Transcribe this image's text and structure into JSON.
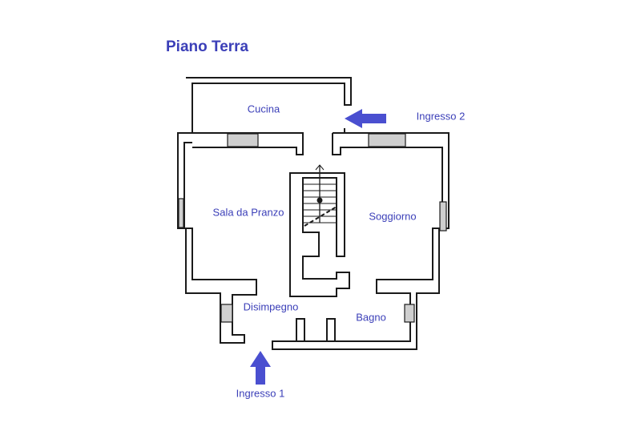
{
  "title": "Piano Terra",
  "colors": {
    "label": "#3b3fb8",
    "wall": "#1a1a1a",
    "arrow": "#4a4fd0",
    "background": "#ffffff"
  },
  "rooms": {
    "cucina": "Cucina",
    "sala": "Sala da Pranzo",
    "soggiorno": "Soggiorno",
    "disimpegno": "Disimpegno",
    "bagno": "Bagno"
  },
  "entrances": {
    "ingresso1": "Ingresso 1",
    "ingresso2": "Ingresso 2"
  },
  "icons": {
    "arrow_up": "arrow-up-icon",
    "arrow_left": "arrow-left-icon"
  }
}
